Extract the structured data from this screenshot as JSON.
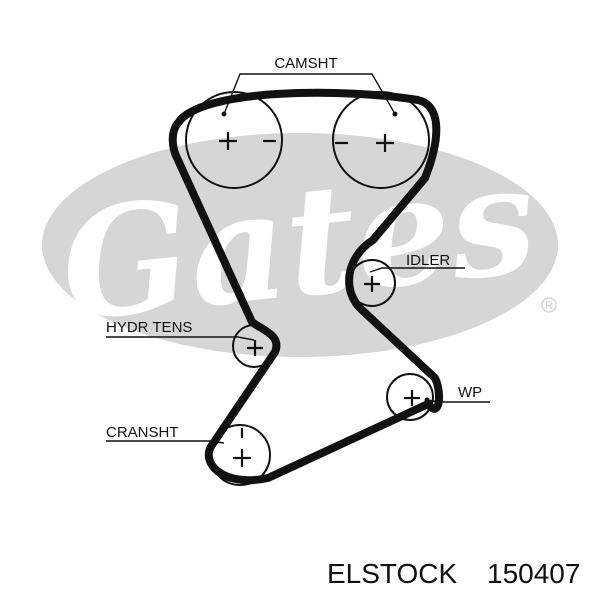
{
  "watermark": {
    "text": "Gates",
    "registered": "®"
  },
  "labels": {
    "camshaft": "CAMSHT",
    "idler": "IDLER",
    "hydraulic_tensioner": "HYDR TENS",
    "water_pump": "WP",
    "crankshaft": "CRANSHT"
  },
  "footer": {
    "brand": "ELSTOCK",
    "part_number": "150407"
  },
  "colors": {
    "ink": "#111111",
    "watermark_gray": "#d6d6d6",
    "background": "#ffffff"
  }
}
